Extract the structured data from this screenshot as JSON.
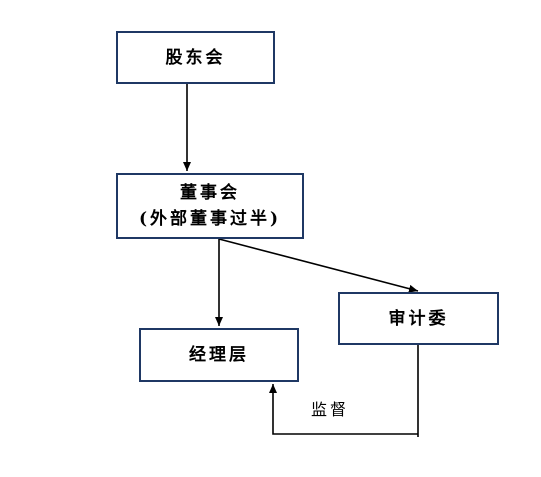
{
  "nodes": {
    "shareholders": "股东会",
    "board": "董事会",
    "board_note": "(外部董事过半)",
    "management": "经理层",
    "audit": "审计委"
  },
  "edges": {
    "supervise_label": "监督"
  },
  "colors": {
    "box_border": "#1f3864",
    "line": "#000000"
  }
}
